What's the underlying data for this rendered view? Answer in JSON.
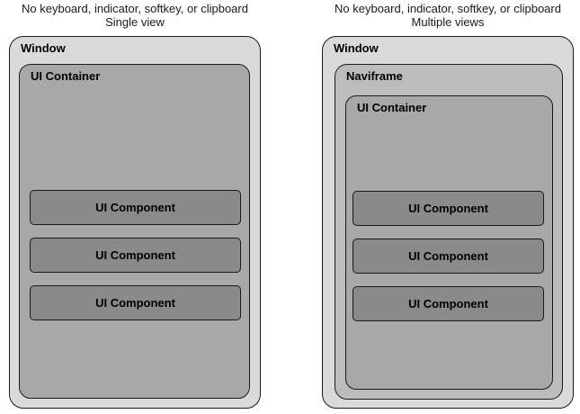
{
  "colors": {
    "window_bg": "#dadada",
    "naviframe_bg": "#bcbcbc",
    "container_bg": "#a8a8a8",
    "component_bg": "#8a8a8a",
    "border": "#1a1a1a",
    "text": "#000000"
  },
  "left": {
    "caption_line1": "No keyboard, indicator, softkey, or clipboard",
    "caption_line2": "Single view",
    "window_label": "Window",
    "container_label": "UI Container",
    "components": [
      "UI Component",
      "UI Component",
      "UI Component"
    ]
  },
  "right": {
    "caption_line1": "No keyboard, indicator, softkey, or clipboard",
    "caption_line2": "Multiple views",
    "window_label": "Window",
    "naviframe_label": "Naviframe",
    "container_label": "UI Container",
    "components": [
      "UI Component",
      "UI Component",
      "UI Component"
    ]
  }
}
